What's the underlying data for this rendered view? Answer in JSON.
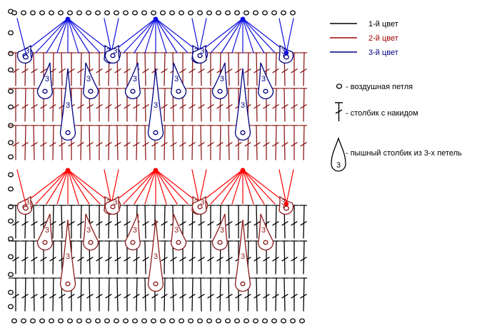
{
  "legend": {
    "colors": [
      {
        "label": "1-й цвет",
        "color": "#000000",
        "name": "color-1"
      },
      {
        "label": "2-й цвет",
        "color": "#a00000",
        "name": "color-2"
      },
      {
        "label": "3-й цвет",
        "color": "#000080",
        "name": "color-3"
      }
    ],
    "symbols": [
      {
        "label": "- воздушная петля",
        "icon": "chain-stitch-icon"
      },
      {
        "label": "- столбик с накидом",
        "icon": "double-crochet-icon"
      },
      {
        "label": "- пышный столбик из 3-х петель",
        "icon": "puff-stitch-icon"
      }
    ]
  },
  "puff_label": "3",
  "palette": {
    "black": "#000000",
    "red": "#a00000",
    "darkred": "#8b1a1a",
    "blue": "#000080",
    "fan_blue": "#1010e0",
    "fan_red": "#ff0000"
  }
}
